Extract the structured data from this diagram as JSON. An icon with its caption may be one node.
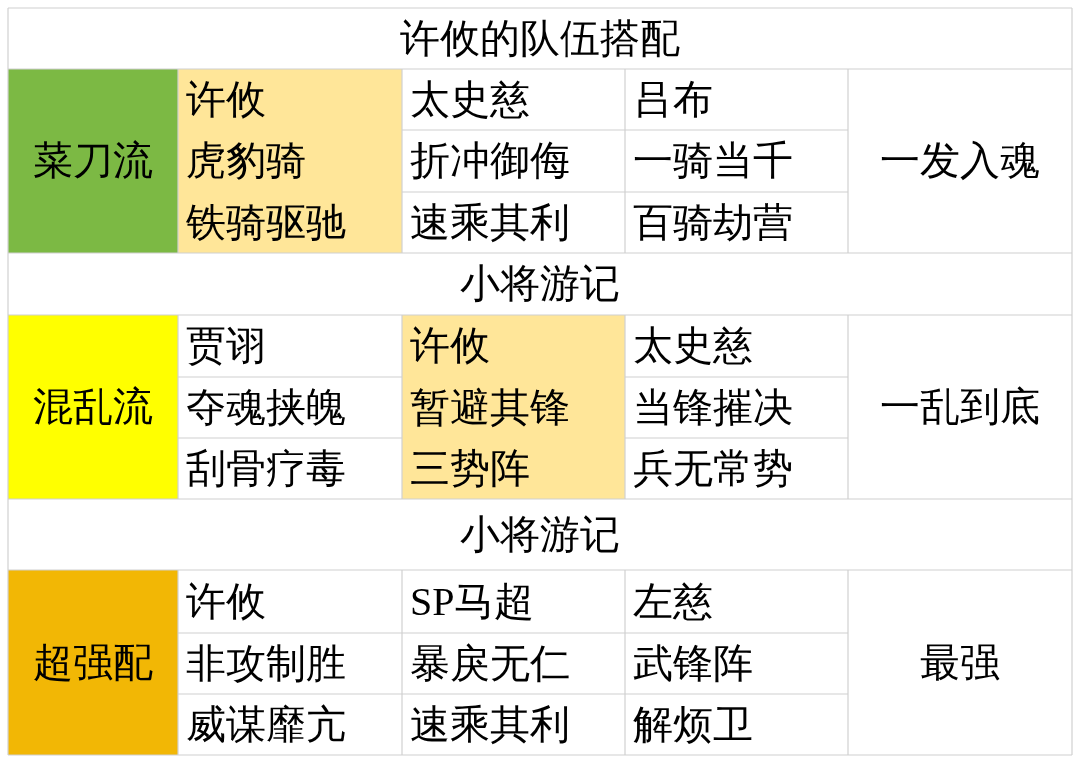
{
  "diagram": {
    "title": "许攸的队伍搭配",
    "labels": [
      "菜刀流",
      "许攸",
      "太史慈",
      "吕布",
      "虎豹骑",
      "折冲御侮",
      "一骑当千",
      "一发入魂",
      "铁骑驱驰",
      "速乘其利",
      "百骑劫营",
      "小将游记",
      "混乱流",
      "贾诩",
      "许攸",
      "太史慈",
      "夺魂挟魄",
      "暂避其锋",
      "当锋摧决",
      "一乱到底",
      "刮骨疗毒",
      "三势阵",
      "兵无常势",
      "小将游记",
      "超强配",
      "许攸",
      "SP马超",
      "左慈",
      "非攻制胜",
      "暴戾无仁",
      "武锋阵",
      "最强",
      "威谋靡亢",
      "速乘其利",
      "解烦卫"
    ]
  }
}
